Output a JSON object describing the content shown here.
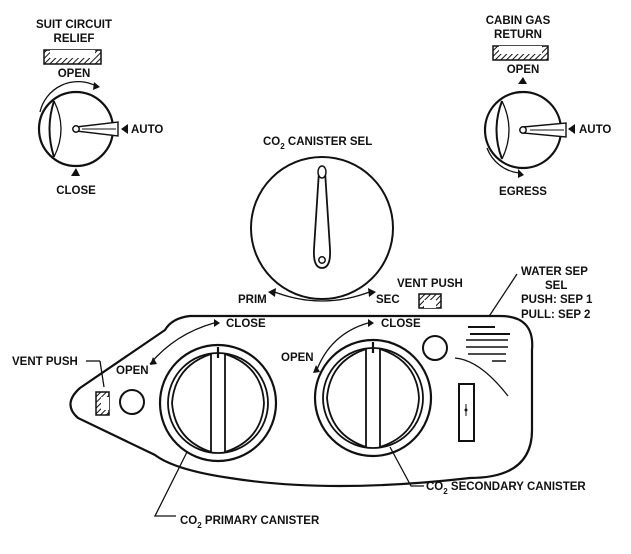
{
  "labels": {
    "suit_circuit_relief_line1": "SUIT CIRCUIT",
    "suit_circuit_relief_line2": "RELIEF",
    "suit_open": "OPEN",
    "suit_auto": "AUTO",
    "suit_close": "CLOSE",
    "cabin_gas_return_line1": "CABIN GAS",
    "cabin_gas_return_line2": "RETURN",
    "cabin_open": "OPEN",
    "cabin_auto": "AUTO",
    "cabin_egress": "EGRESS",
    "co2_canister_sel_co": "CO",
    "co2_canister_sel_sub": "2",
    "co2_canister_sel_rest": " CANISTER SEL",
    "prim": "PRIM",
    "sec": "SEC",
    "vent_push_right": "VENT PUSH",
    "water_sep_line1": "WATER SEP",
    "water_sep_line2": "SEL",
    "water_sep_line3": "PUSH: SEP 1",
    "water_sep_line4": "PULL: SEP 2",
    "vent_push_left": "VENT PUSH",
    "primary_close": "CLOSE",
    "primary_open": "OPEN",
    "secondary_close": "CLOSE",
    "secondary_open": "OPEN",
    "co2_secondary_co": "CO",
    "co2_secondary_sub": "2",
    "co2_secondary_rest": " SECONDARY CANISTER",
    "co2_primary_co": "CO",
    "co2_primary_sub": "2",
    "co2_primary_rest": " PRIMARY CANISTER"
  }
}
